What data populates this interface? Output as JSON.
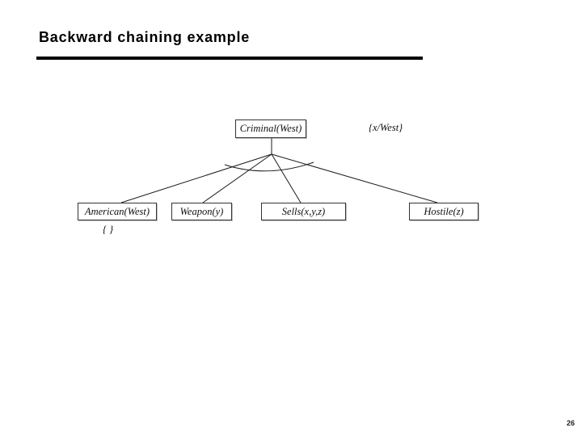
{
  "slide": {
    "title": "Backward chaining example",
    "page_number": "26"
  },
  "diagram": {
    "root": {
      "label": "Criminal(West)",
      "substitution": "{x/West}"
    },
    "children": [
      {
        "label": "American(West)",
        "substitution": "{ }"
      },
      {
        "label": "Weapon(y)"
      },
      {
        "label": "Sells(x,y,z)"
      },
      {
        "label": "Hostile(z)"
      }
    ]
  },
  "colors": {
    "background": "#ffffff",
    "text": "#000000",
    "line": "#1a1a1a"
  }
}
